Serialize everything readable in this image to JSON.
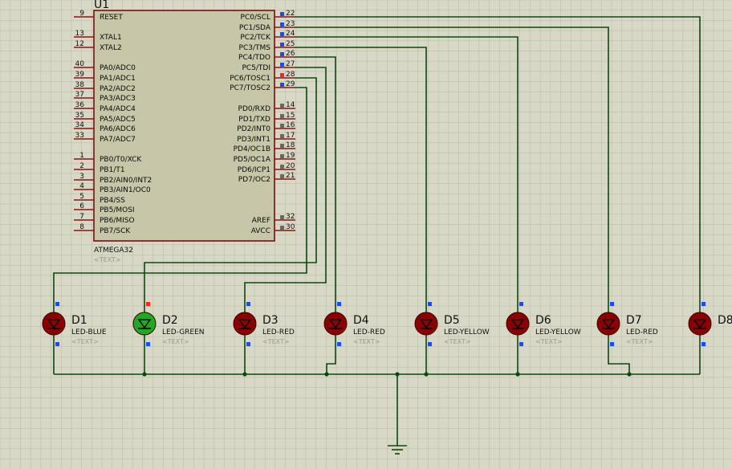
{
  "chip": {
    "ref": "U1",
    "part": "ATMEGA32",
    "text": "<TEXT>",
    "left_pins": [
      {
        "num": "9",
        "name": "RESET",
        "overline": true
      },
      {
        "num": "13",
        "name": "XTAL1"
      },
      {
        "num": "12",
        "name": "XTAL2"
      },
      {
        "num": "40",
        "name": "PA0/ADC0"
      },
      {
        "num": "39",
        "name": "PA1/ADC1"
      },
      {
        "num": "38",
        "name": "PA2/ADC2"
      },
      {
        "num": "37",
        "name": "PA3/ADC3"
      },
      {
        "num": "36",
        "name": "PA4/ADC4"
      },
      {
        "num": "35",
        "name": "PA5/ADC5"
      },
      {
        "num": "34",
        "name": "PA6/ADC6"
      },
      {
        "num": "33",
        "name": "PA7/ADC7"
      },
      {
        "num": "1",
        "name": "PB0/T0/XCK"
      },
      {
        "num": "2",
        "name": "PB1/T1"
      },
      {
        "num": "3",
        "name": "PB2/AIN0/INT2"
      },
      {
        "num": "4",
        "name": "PB3/AIN1/OC0"
      },
      {
        "num": "5",
        "name": "PB4/SS"
      },
      {
        "num": "6",
        "name": "PB5/MOSI"
      },
      {
        "num": "7",
        "name": "PB6/MISO"
      },
      {
        "num": "8",
        "name": "PB7/SCK"
      }
    ],
    "right_pins": [
      {
        "num": "22",
        "name": "PC0/SCL"
      },
      {
        "num": "23",
        "name": "PC1/SDA"
      },
      {
        "num": "24",
        "name": "PC2/TCK"
      },
      {
        "num": "25",
        "name": "PC3/TMS"
      },
      {
        "num": "26",
        "name": "PC4/TDO"
      },
      {
        "num": "27",
        "name": "PC5/TDI"
      },
      {
        "num": "28",
        "name": "PC6/TOSC1"
      },
      {
        "num": "29",
        "name": "PC7/TOSC2"
      },
      {
        "num": "14",
        "name": "PD0/RXD"
      },
      {
        "num": "15",
        "name": "PD1/TXD"
      },
      {
        "num": "16",
        "name": "PD2/INT0"
      },
      {
        "num": "17",
        "name": "PD3/INT1"
      },
      {
        "num": "18",
        "name": "PD4/OC1B"
      },
      {
        "num": "19",
        "name": "PD5/OC1A"
      },
      {
        "num": "20",
        "name": "PD6/ICP1"
      },
      {
        "num": "21",
        "name": "PD7/OC2"
      },
      {
        "num": "32",
        "name": "AREF"
      },
      {
        "num": "30",
        "name": "AVCC"
      }
    ]
  },
  "leds": [
    {
      "ref": "D1",
      "type": "LED-BLUE",
      "text": "<TEXT>",
      "lit": false
    },
    {
      "ref": "D2",
      "type": "LED-GREEN",
      "text": "<TEXT>",
      "lit": true
    },
    {
      "ref": "D3",
      "type": "LED-RED",
      "text": "<TEXT>",
      "lit": false
    },
    {
      "ref": "D4",
      "type": "LED-RED",
      "text": "<TEXT>",
      "lit": false
    },
    {
      "ref": "D5",
      "type": "LED-YELLOW",
      "text": "<TEXT>",
      "lit": false
    },
    {
      "ref": "D6",
      "type": "LED-YELLOW",
      "text": "<TEXT>",
      "lit": false
    },
    {
      "ref": "D7",
      "type": "LED-RED",
      "text": "<TEXT>",
      "lit": false
    },
    {
      "ref": "D8",
      "type": "",
      "text": "",
      "lit": false
    }
  ],
  "colors": {
    "background": "#d8d8c6",
    "grid": "#b8b8a4",
    "chip_body": "#c8c6a8",
    "chip_outline": "#7a1010",
    "wire": "#0a4a0a",
    "led_off": "#8b0000",
    "led_on": "#1faa1f",
    "pin_low": "#1a4aff",
    "pin_high": "#ff2222"
  }
}
